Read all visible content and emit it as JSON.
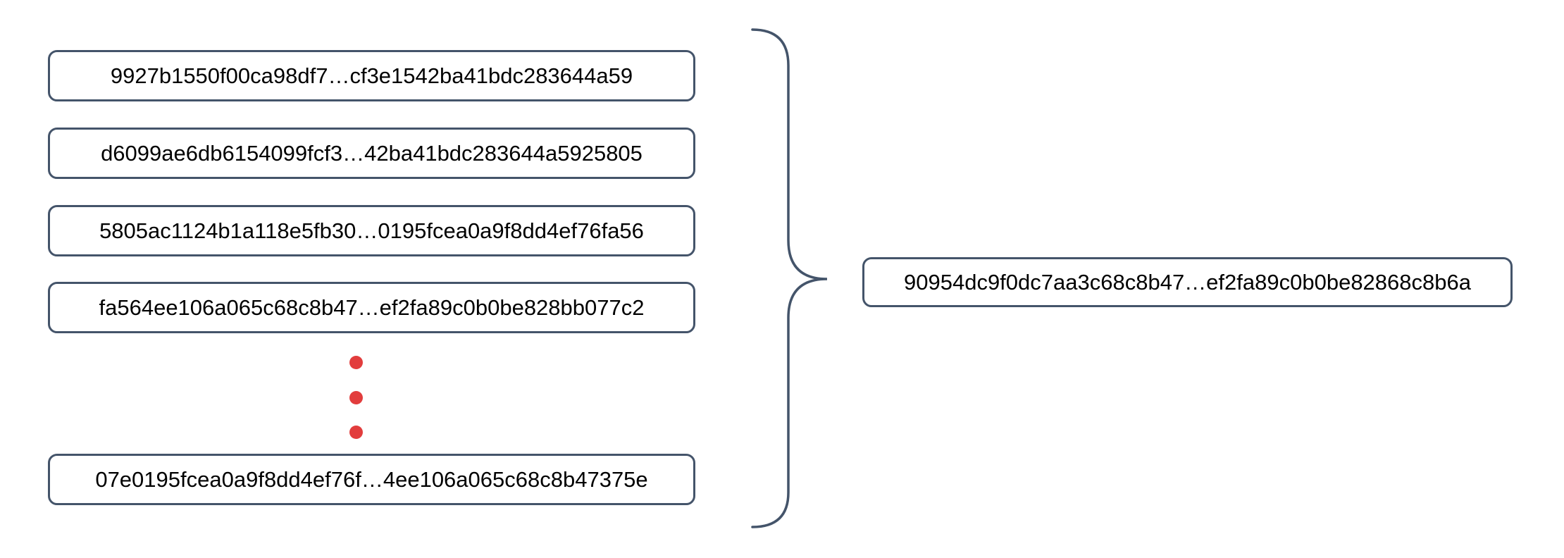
{
  "figure": {
    "left_hashes": [
      "9927b1550f00ca98df7…cf3e1542ba41bdc283644a59",
      "d6099ae6db6154099fcf3…42ba41bdc283644a5925805",
      "5805ac1124b1a118e5fb30…0195fcea0a9f8dd4ef76fa56",
      "fa564ee106a065c68c8b47…ef2fa89c0b0be828bb077c2",
      "07e0195fcea0a9f8dd4ef76f…4ee106a065c68c8b47375e"
    ],
    "result_hash": "90954dc9f0dc7aa3c68c8b47…ef2fa89c0b0be82868c8b6a",
    "ellipsis_dot_count": 3,
    "colors": {
      "box_border": "#44546a",
      "brace": "#44546a",
      "dots": "#e23d3d",
      "text": "#000000",
      "background": "#ffffff"
    }
  }
}
